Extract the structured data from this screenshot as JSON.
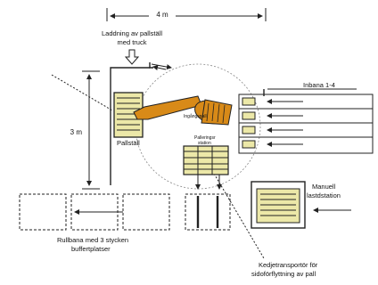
{
  "dimensions": {
    "width": "4 m",
    "height": "3 m"
  },
  "labels": {
    "loading_line1": "Laddning av pallställ",
    "loading_line2": "med truck",
    "robot": "Ingångspall",
    "pallstall": "Pallställ",
    "station_line1": "Palleringsr",
    "station_line2": "station",
    "infeed": "Inbana 1-4",
    "manual_line1": "Manuell",
    "manual_line2": "lastdstation",
    "rollbana_line1": "Rullbana med 3 stycken",
    "rollbana_line2": "buffertplatser",
    "chain_line1": "Kedjetransportör för",
    "chain_line2": "sidoförflyttning av pall"
  },
  "colors": {
    "pallet_fill": "#ece8a8",
    "robot_fill": "#d88a18",
    "line": "#222222",
    "circle": "#888888"
  }
}
